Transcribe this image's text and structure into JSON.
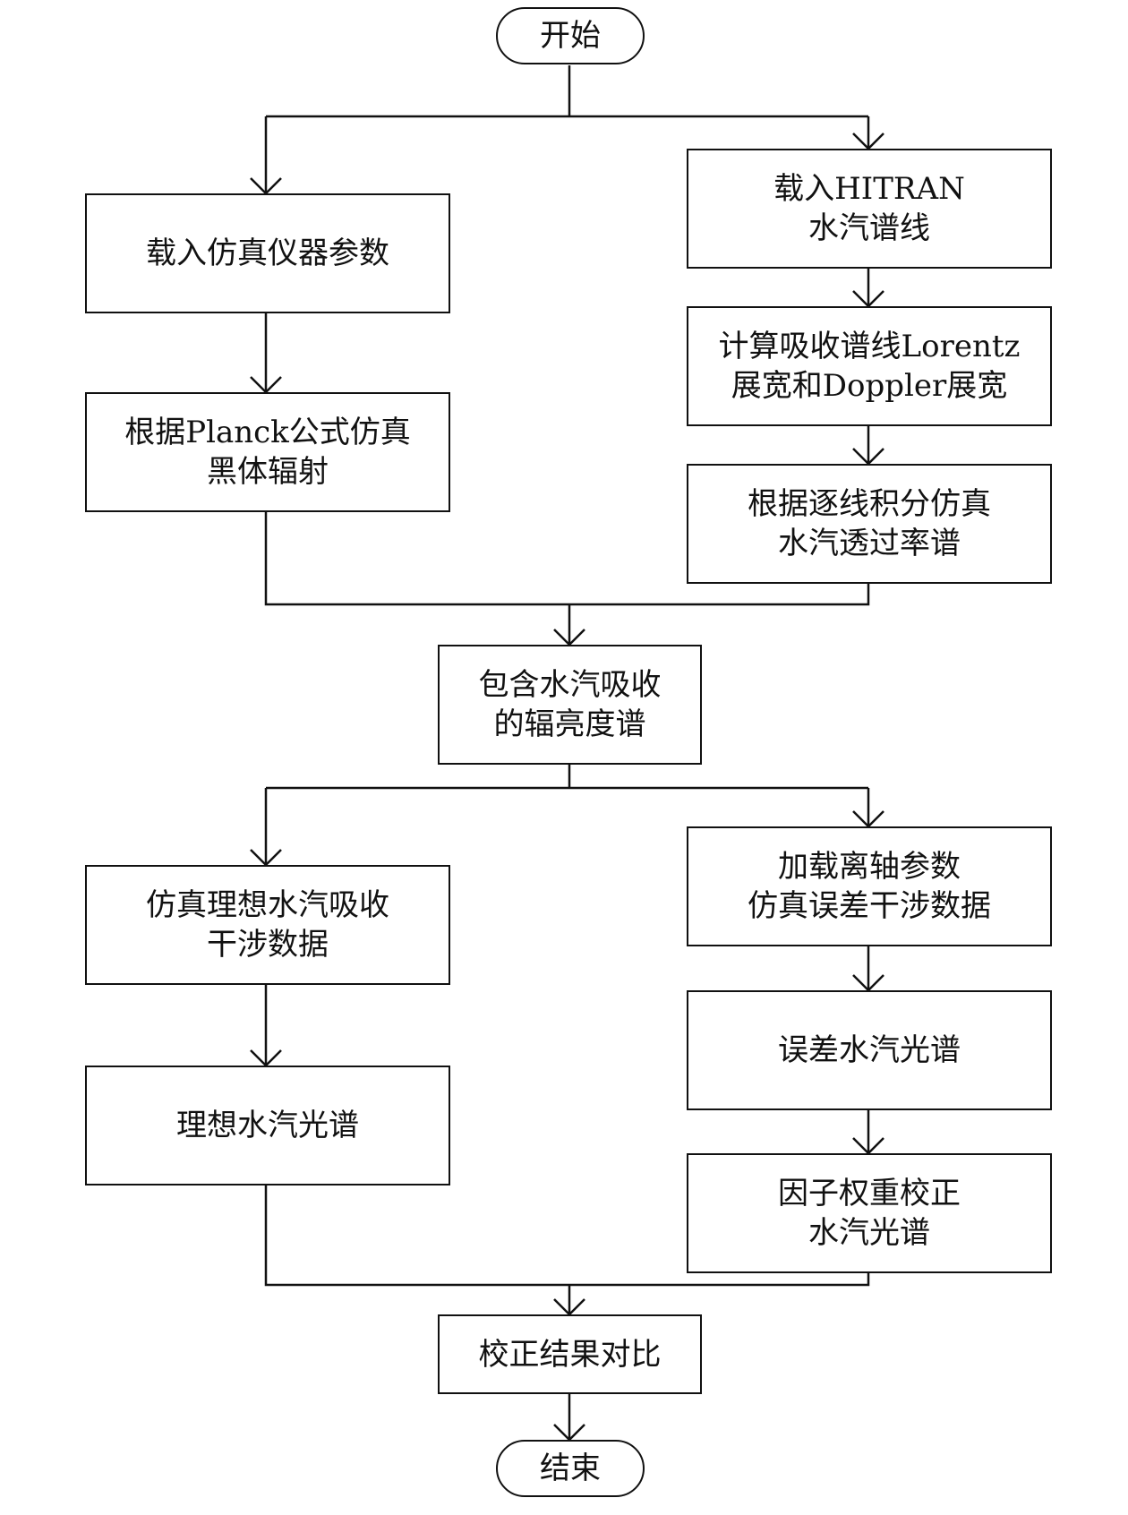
{
  "diagram": {
    "type": "flowchart",
    "colors": {
      "stroke": "#111111",
      "text": "#111111",
      "background": "#ffffff"
    },
    "nodes": {
      "start": {
        "label": "开始",
        "shape": "terminal"
      },
      "load_instrument": {
        "label": "载入仿真仪器参数",
        "shape": "process"
      },
      "planck": {
        "label": "根据Planck公式仿真\n黑体辐射",
        "shape": "process"
      },
      "load_hitran": {
        "label": "载入HITRAN\n水汽谱线",
        "shape": "process"
      },
      "broadening": {
        "label": "计算吸收谱线Lorentz\n展宽和Doppler展宽",
        "shape": "process"
      },
      "transmittance": {
        "label": "根据逐线积分仿真\n水汽透过率谱",
        "shape": "process"
      },
      "radiance": {
        "label": "包含水汽吸收\n的辐亮度谱",
        "shape": "process"
      },
      "ideal_interf": {
        "label": "仿真理想水汽吸收\n干涉数据",
        "shape": "process"
      },
      "ideal_spectrum": {
        "label": "理想水汽光谱",
        "shape": "process"
      },
      "offaxis": {
        "label": "加载离轴参数\n仿真误差干涉数据",
        "shape": "process"
      },
      "error_spectrum": {
        "label": "误差水汽光谱",
        "shape": "process"
      },
      "corrected": {
        "label": "因子权重校正\n水汽光谱",
        "shape": "process"
      },
      "compare": {
        "label": "校正结果对比",
        "shape": "process"
      },
      "end": {
        "label": "结束",
        "shape": "terminal"
      }
    },
    "edges": [
      {
        "from": "start",
        "to": "load_instrument"
      },
      {
        "from": "start",
        "to": "load_hitran"
      },
      {
        "from": "load_instrument",
        "to": "planck"
      },
      {
        "from": "load_hitran",
        "to": "broadening"
      },
      {
        "from": "broadening",
        "to": "transmittance"
      },
      {
        "from": "planck",
        "to": "radiance"
      },
      {
        "from": "transmittance",
        "to": "radiance"
      },
      {
        "from": "radiance",
        "to": "ideal_interf"
      },
      {
        "from": "radiance",
        "to": "offaxis"
      },
      {
        "from": "ideal_interf",
        "to": "ideal_spectrum"
      },
      {
        "from": "offaxis",
        "to": "error_spectrum"
      },
      {
        "from": "error_spectrum",
        "to": "corrected"
      },
      {
        "from": "ideal_spectrum",
        "to": "compare"
      },
      {
        "from": "corrected",
        "to": "compare"
      },
      {
        "from": "compare",
        "to": "end"
      }
    ]
  }
}
